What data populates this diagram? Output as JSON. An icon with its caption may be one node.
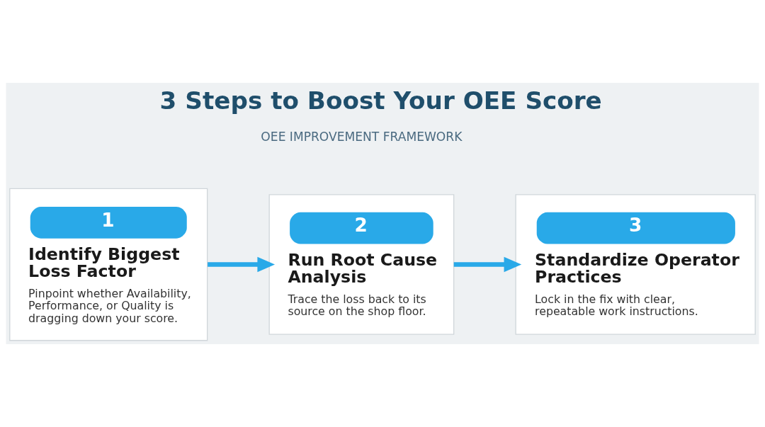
{
  "diagram": {
    "title": "3 Steps to Boost Your OEE Score",
    "nodes": [
      {
        "text": [
          "1",
          "Identify Biggest Loss Factor",
          "Pinpoint whether Availability, Performance, or Quality is dragging down your score."
        ]
      },
      {
        "text": [
          "2",
          "Run Root Cause Analysis",
          "Trace the loss back to its source on the shop floor."
        ]
      },
      {
        "text": [
          "3",
          "Standardize Operator Practices",
          "Lock in the fix with clear, repeatable work instructions."
        ]
      }
    ],
    "edges": [
      {
        "from": 0,
        "to": 1,
        "arrow": "to"
      },
      {
        "from": 1,
        "to": 2,
        "arrow": "to"
      }
    ],
    "labels": [
      "OEE IMPROVEMENT FRAMEWORK"
    ]
  }
}
